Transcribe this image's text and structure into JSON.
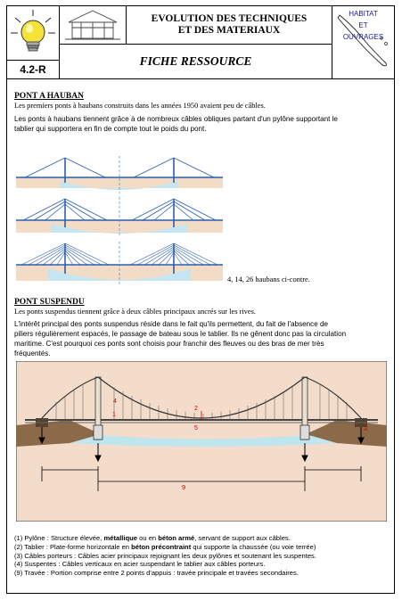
{
  "header": {
    "title_line1": "EVOLUTION DES TECHNIQUES",
    "title_line2": "ET DES MATERIAUX",
    "fiche": "FICHE RESSOURCE",
    "ref": "4.2-R",
    "map_label1": "HABITAT",
    "map_label2": "ET",
    "map_label3": "OUVRAGES"
  },
  "hauban": {
    "title": "PONT A HAUBAN",
    "p1": "Les premiers ponts à haubans construits dans les années 1950 avaient peu de câbles.",
    "p2a": "Les ponts à haubans tiennent grâce à de nombreux câbles obliques partant d'un pylône supportant le",
    "p2b": "tablier qui supportera en fin de compte tout le poids du pont.",
    "caption": "4, 14, 26 haubans ci-contre."
  },
  "suspendu": {
    "title": "PONT SUSPENDU",
    "p1": "Les ponts suspendus tiennent grâce à deux câbles principaux ancrés sur les rives.",
    "p2a": "L'intérêt principal des ponts suspendus réside dans le fait qu'ils permettent, du fait de l'absence de",
    "p2b": "piliers régulièrement espacés, le passage de bateau sous le tablier.  Ils ne gênent donc pas la circulation",
    "p2c": "maritime. C'est pourquoi ces ponts  sont choisis pour franchir des fleuves ou des bras de mer très",
    "p2d": "fréquentés."
  },
  "diagram_labels": {
    "l1": "1",
    "l2": "2",
    "l3": "3",
    "l4": "4",
    "l5": "5",
    "l9": "9"
  },
  "legend": [
    {
      "num": "(1)",
      "text_a": "   Pylône : Structure élevée, ",
      "bold1": "métallique",
      "text_b": " ou en ",
      "bold2": "béton armé",
      "text_c": ", servant de support aux câbles."
    },
    {
      "num": "(2)",
      "text_a": " Tablier : Plate-forme horizontale en ",
      "bold1": "béton précontraint",
      "text_b": " qui supporte la chaussée (ou voie terrée)",
      "bold2": "",
      "text_c": ""
    },
    {
      "num": "(3)",
      "text_a": " Câbles porteurs : Câbles acier principaux rejoignant les deux pylônes et soutenant les suspentes.",
      "bold1": "",
      "text_b": "",
      "bold2": "",
      "text_c": ""
    },
    {
      "num": "(4)",
      "text_a": " Suspentes : Câbles verticaux en acier suspendant le tablier aux câbles porteurs.",
      "bold1": "",
      "text_b": "",
      "bold2": "",
      "text_c": ""
    },
    {
      "num": "(9)",
      "text_a": " Travée : Portion comprise entre 2 points d'appuis : travée principale et travées secondaires.",
      "bold1": "",
      "text_b": "",
      "bold2": "",
      "text_c": ""
    }
  ],
  "colors": {
    "cable": "#2a5fb0",
    "water": "#bfe3ef",
    "pylon_line": "#1f7ac8",
    "earth": "#7a5a3a",
    "suspension_bg": "#f3d9c8"
  },
  "icons": {
    "bulb": "lightbulb-icon",
    "house": "house-icon",
    "map": "new-caledonia-map-icon"
  }
}
